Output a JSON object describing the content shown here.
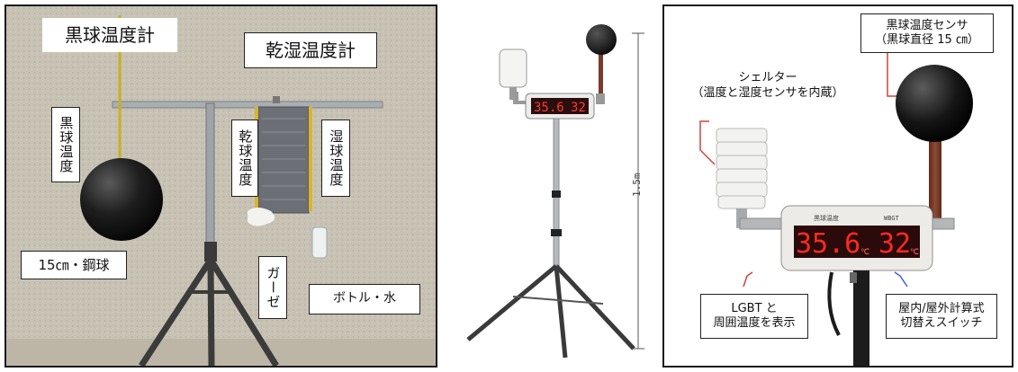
{
  "left_panel": {
    "title_globe": "黒球温度計",
    "title_psychrometer": "乾湿温度計",
    "label_black_globe_temp": "黒球温度",
    "label_dry_bulb_temp": "乾球温度",
    "label_wet_bulb_temp": "湿球温度",
    "label_globe_spec": "15㎝・鋼球",
    "label_gauze": "ガーゼ",
    "label_bottle_water": "ボトル・水"
  },
  "middle_panel": {
    "height_label": "1.5m",
    "display_left": "35.6",
    "display_right": "32"
  },
  "right_panel": {
    "label_globe_sensor_line1": "黒球温度センサ",
    "label_globe_sensor_line2": "（黒球直径 15 ㎝）",
    "label_shelter_line1": "シェルター",
    "label_shelter_line2": "（温度と湿度センサを内蔵）",
    "label_display_line1": "LGBT と",
    "label_display_line2": "周囲温度を表示",
    "label_switch_line1": "屋内/屋外計算式",
    "label_switch_line2": "切替えスイッチ",
    "display_left": "35.6",
    "display_left_unit": "℃",
    "display_right": "32",
    "display_right_unit": "℃",
    "display_caption_left": "黒球温度",
    "display_caption_right": "WBGT"
  }
}
